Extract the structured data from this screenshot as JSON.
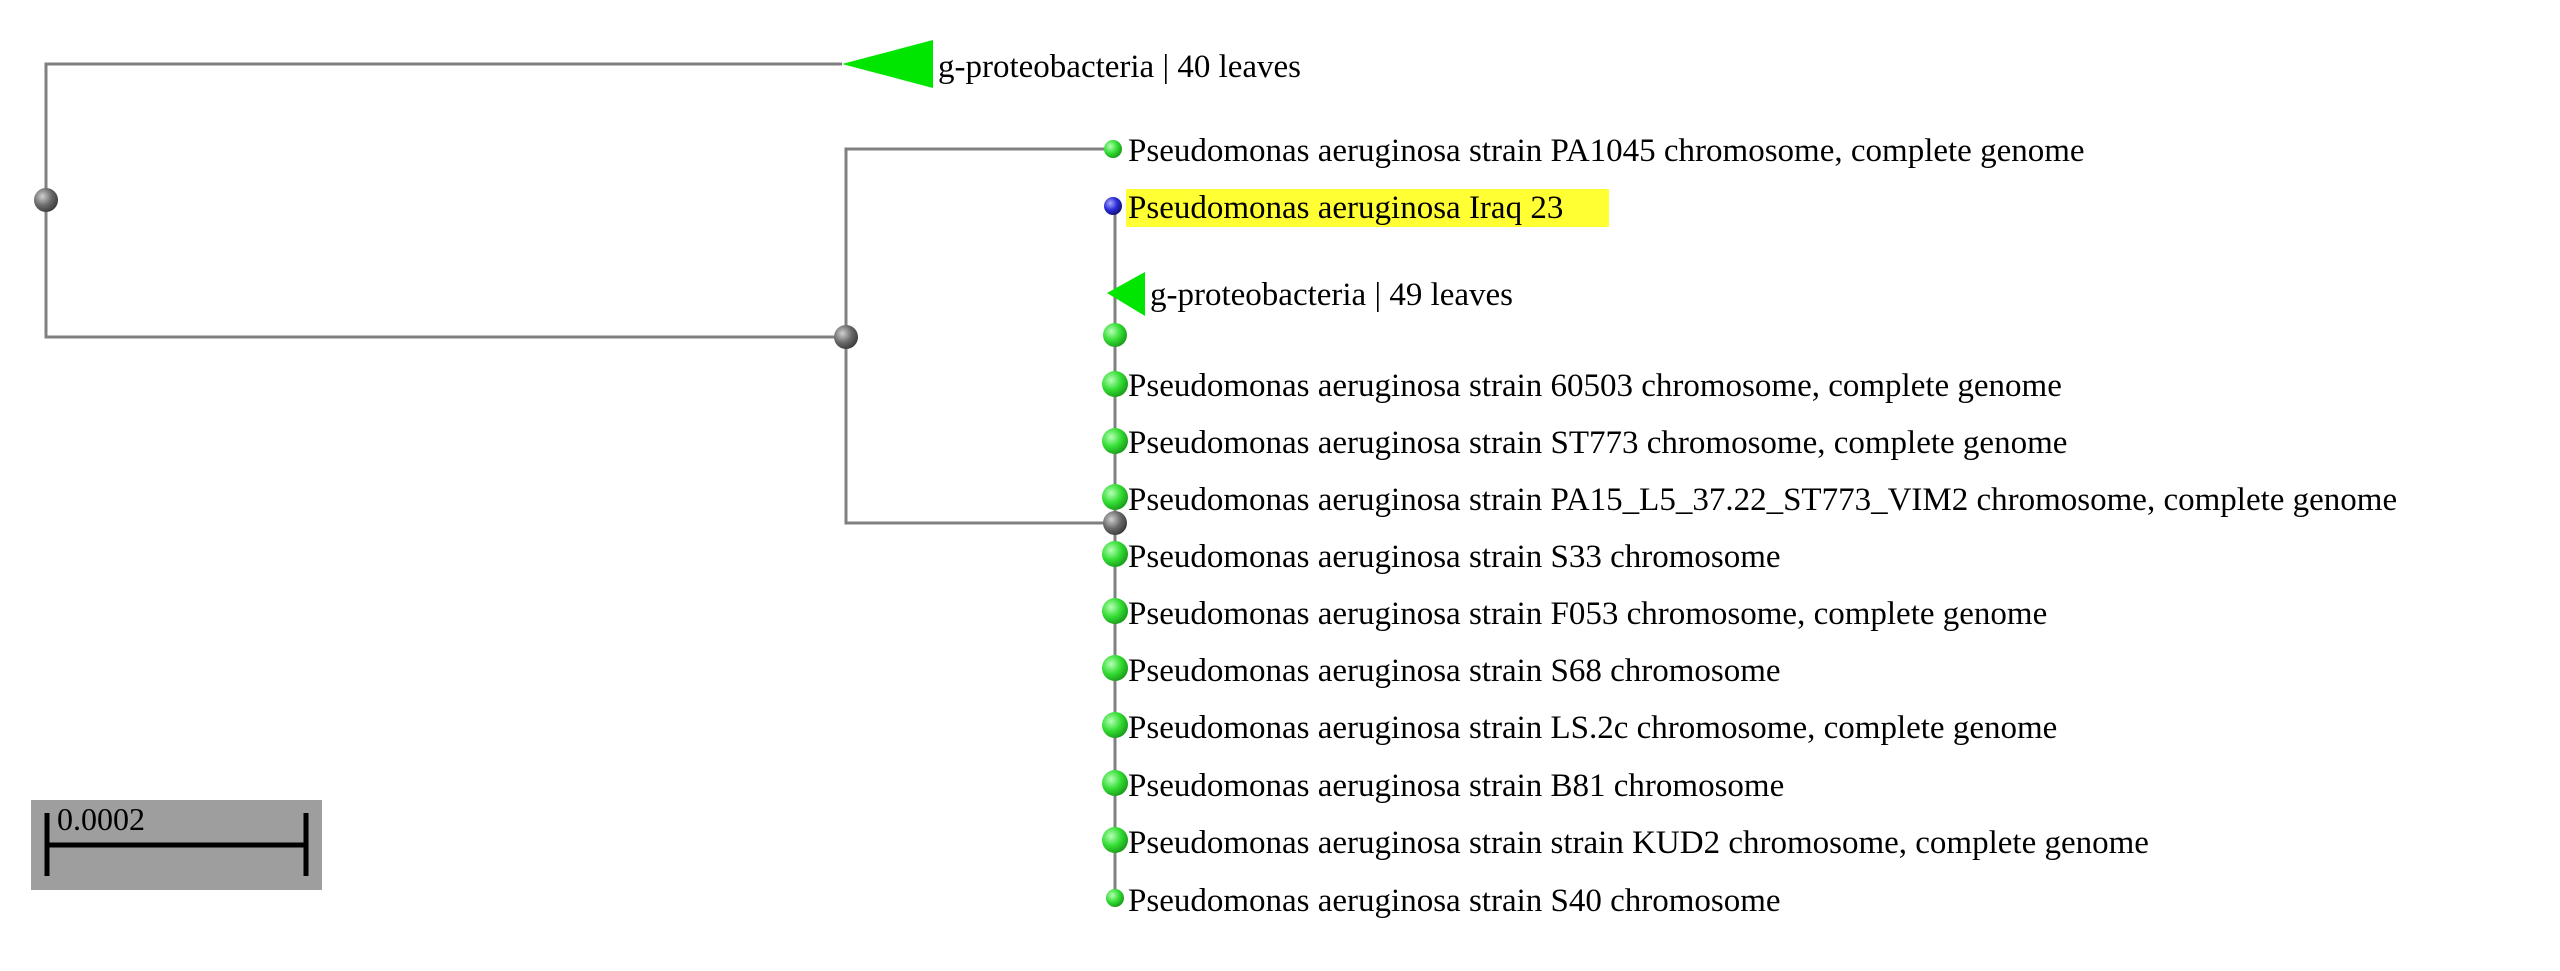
{
  "tree": {
    "scale_bar": {
      "label": "0.0002"
    },
    "collapsed_clades": [
      {
        "label": "g-proteobacteria | 40 leaves",
        "color": "#00e600"
      },
      {
        "label": "g-proteobacteria | 49 leaves",
        "color": "#00e600"
      }
    ],
    "leaves": [
      {
        "label": "Pseudomonas aeruginosa strain PA1045 chromosome, complete genome",
        "highlight": false,
        "node_color": "#33dd33"
      },
      {
        "label": "Pseudomonas aeruginosa Iraq 23",
        "highlight": true,
        "highlight_color": "#ffff33",
        "node_color": "#2b2bd6"
      },
      {
        "label": "Pseudomonas aeruginosa strain 60503 chromosome, complete genome",
        "highlight": false,
        "node_color": "#33dd33"
      },
      {
        "label": "Pseudomonas aeruginosa strain ST773 chromosome, complete genome",
        "highlight": false,
        "node_color": "#33dd33"
      },
      {
        "label": "Pseudomonas aeruginosa strain PA15_L5_37.22_ST773_VIM2 chromosome, complete genome",
        "highlight": false,
        "node_color": "#33dd33"
      },
      {
        "label": "Pseudomonas aeruginosa strain S33 chromosome",
        "highlight": false,
        "node_color": "#33dd33"
      },
      {
        "label": "Pseudomonas aeruginosa strain F053 chromosome, complete genome",
        "highlight": false,
        "node_color": "#33dd33"
      },
      {
        "label": "Pseudomonas aeruginosa strain S68 chromosome",
        "highlight": false,
        "node_color": "#33dd33"
      },
      {
        "label": "Pseudomonas aeruginosa strain LS.2c chromosome, complete genome",
        "highlight": false,
        "node_color": "#33dd33"
      },
      {
        "label": "Pseudomonas aeruginosa strain B81 chromosome",
        "highlight": false,
        "node_color": "#33dd33"
      },
      {
        "label": "Pseudomonas aeruginosa strain strain KUD2 chromosome, complete genome",
        "highlight": false,
        "node_color": "#33dd33"
      },
      {
        "label": "Pseudomonas aeruginosa strain S40 chromosome",
        "highlight": false,
        "node_color": "#33dd33"
      }
    ],
    "colors": {
      "branch": "#808080",
      "internal_node": "#6b6b6b",
      "scale_box": "#9e9e9e",
      "scale_line": "#000000"
    }
  }
}
